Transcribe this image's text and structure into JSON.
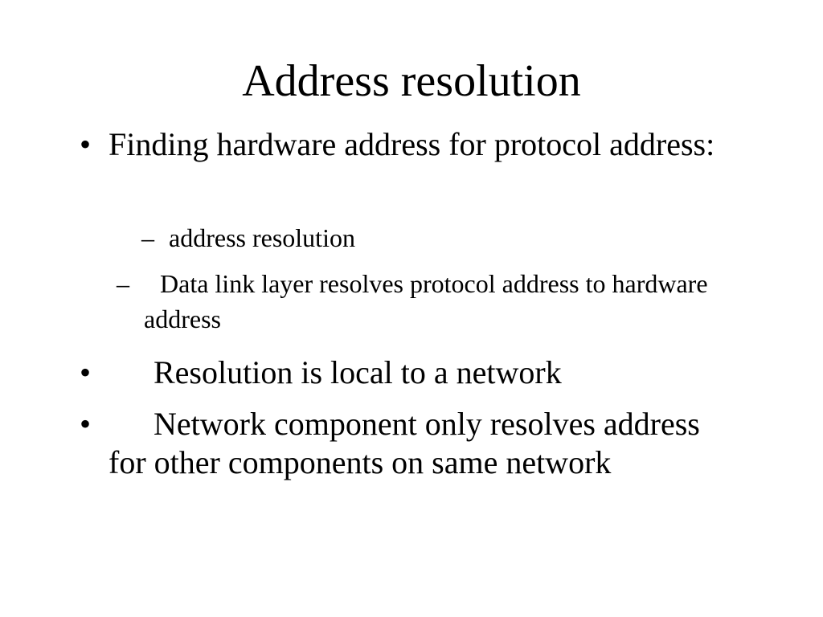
{
  "slide": {
    "title": "Address resolution",
    "bullet_char": "•",
    "sub_bullet_char": "–",
    "bullets": [
      {
        "text": "Finding hardware address for protocol address:",
        "sub": [
          "address resolution",
          "Data link layer resolves protocol address to hardware address"
        ]
      },
      {
        "text": "Resolution is local to a network"
      },
      {
        "text": "Network component only resolves address for other components on same network"
      }
    ]
  }
}
